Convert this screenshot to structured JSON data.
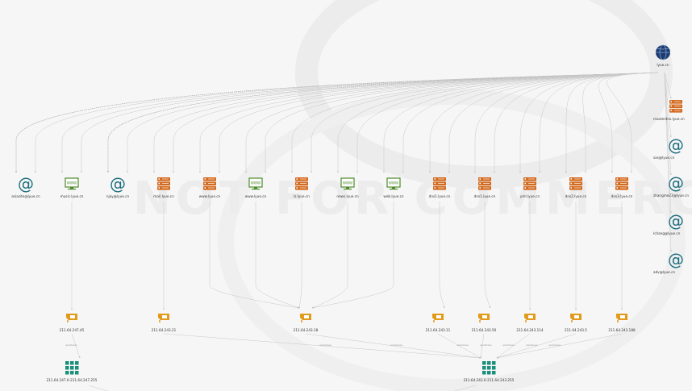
{
  "watermark": "NOT FOR COMMERCI",
  "colors": {
    "email": "#1d6e80",
    "web": "#4d8a2a",
    "dns": "#d2691e",
    "nic": "#e29a1a",
    "netblock": "#1a8f7a",
    "domain": "#1f3a6e",
    "edge": "#c8c8c8"
  },
  "root": {
    "label": "lyue.cn",
    "icon": "globe-icon"
  },
  "row1": [
    {
      "label": "asiasite@lyue.cn",
      "icon": "email-icon"
    },
    {
      "label": "music.lyue.cn",
      "icon": "website-icon"
    },
    {
      "label": "njay@lyue.cn",
      "icon": "email-icon"
    },
    {
      "label": "mail.lyue.cn",
      "icon": "dns-icon"
    },
    {
      "label": "www.lyue.cn",
      "icon": "dns-icon"
    },
    {
      "label": "www.lyue.cn",
      "icon": "website-icon"
    },
    {
      "label": "lz.lyue.cn",
      "icon": "dns-icon"
    },
    {
      "label": "news.lyue.cn",
      "icon": "website-icon"
    },
    {
      "label": "web.lyue.cn",
      "icon": "website-icon"
    },
    {
      "label": "dns1.lyue.cn",
      "icon": "dns-icon"
    },
    {
      "label": "dns1.lyue.cn",
      "icon": "dns-icon"
    },
    {
      "label": "yml.lyue.cn",
      "icon": "dns-icon"
    },
    {
      "label": "dns2.lyue.cn",
      "icon": "dns-icon"
    },
    {
      "label": "dns3.lyue.cn",
      "icon": "dns-icon"
    }
  ],
  "rightColumn": [
    {
      "label": "masterdns.lyue.cn",
      "icon": "dns-icon"
    },
    {
      "label": "sas@lyue.cn",
      "icon": "email-icon"
    },
    {
      "label": "zhangme23@lyue.cn",
      "icon": "email-icon"
    },
    {
      "label": "lchang@lyue.cn",
      "icon": "email-icon"
    },
    {
      "label": "adv@lyue.cn",
      "icon": "email-icon"
    }
  ],
  "row2": [
    {
      "label": "211.64.247.45",
      "icon": "ip-icon"
    },
    {
      "label": "211.64.243.21",
      "icon": "ip-icon"
    },
    {
      "label": "211.64.243.18",
      "icon": "ip-icon"
    },
    {
      "label": "211.64.243.11",
      "icon": "ip-icon"
    },
    {
      "label": "211.64.243.50",
      "icon": "ip-icon"
    },
    {
      "label": "211.64.243.114",
      "icon": "ip-icon"
    },
    {
      "label": "211.64.243.5",
      "icon": "ip-icon"
    },
    {
      "label": "211.64.243.188",
      "icon": "ip-icon"
    }
  ],
  "row3": [
    {
      "label": "211.64.247.0-211.64.247.255",
      "icon": "netblock-icon"
    },
    {
      "label": "211.64.243.0-211.64.243.255",
      "icon": "netblock-icon"
    }
  ],
  "edgeLabel": "ipaddress"
}
